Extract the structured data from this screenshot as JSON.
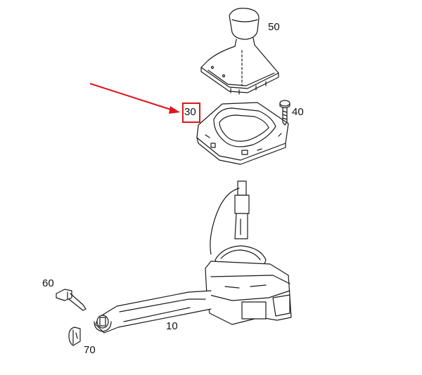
{
  "parts": {
    "knob_boot": "50",
    "trim_frame": "30",
    "screw": "40",
    "pin": "60",
    "shifter": "10",
    "clip": "70"
  },
  "highlight": {
    "target": "30",
    "color": "#e0141b"
  }
}
